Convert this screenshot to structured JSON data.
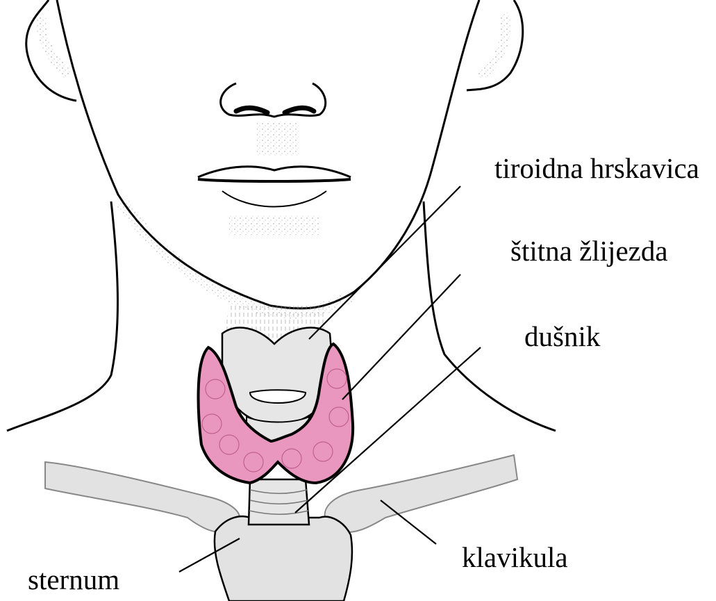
{
  "labels": {
    "thyroid_cartilage": "tiroidna hrskavica",
    "thyroid_gland": "štitna žlijezda",
    "trachea": "dušnik",
    "clavicle": "klavikula",
    "sternum": "sternum"
  },
  "colors": {
    "thyroid_gland": "#ea97bf",
    "bone": "#e2e2e2",
    "cartilage": "#e6e6e6",
    "outline": "#000000"
  }
}
